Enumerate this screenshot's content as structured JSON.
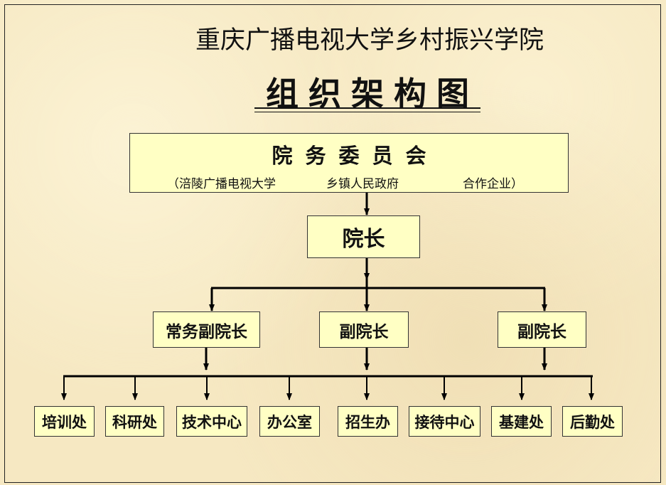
{
  "title": {
    "line1": "重庆广播电视大学乡村振兴学院",
    "line2": "组织架构图"
  },
  "committee": {
    "title": "院务委员会",
    "members": [
      "（涪陵广播电视大学",
      "乡镇人民政府",
      "合作企业）"
    ]
  },
  "dean": "院长",
  "vice_deans": [
    "常务副院长",
    "副院长",
    "副院长"
  ],
  "departments": [
    "培训处",
    "科研处",
    "技术中心",
    "办公室",
    "招生办",
    "接待中心",
    "基建处",
    "后勤处"
  ],
  "colors": {
    "background": "#f6e8c2",
    "box_fill": "#ffffc4",
    "line": "#000000"
  }
}
